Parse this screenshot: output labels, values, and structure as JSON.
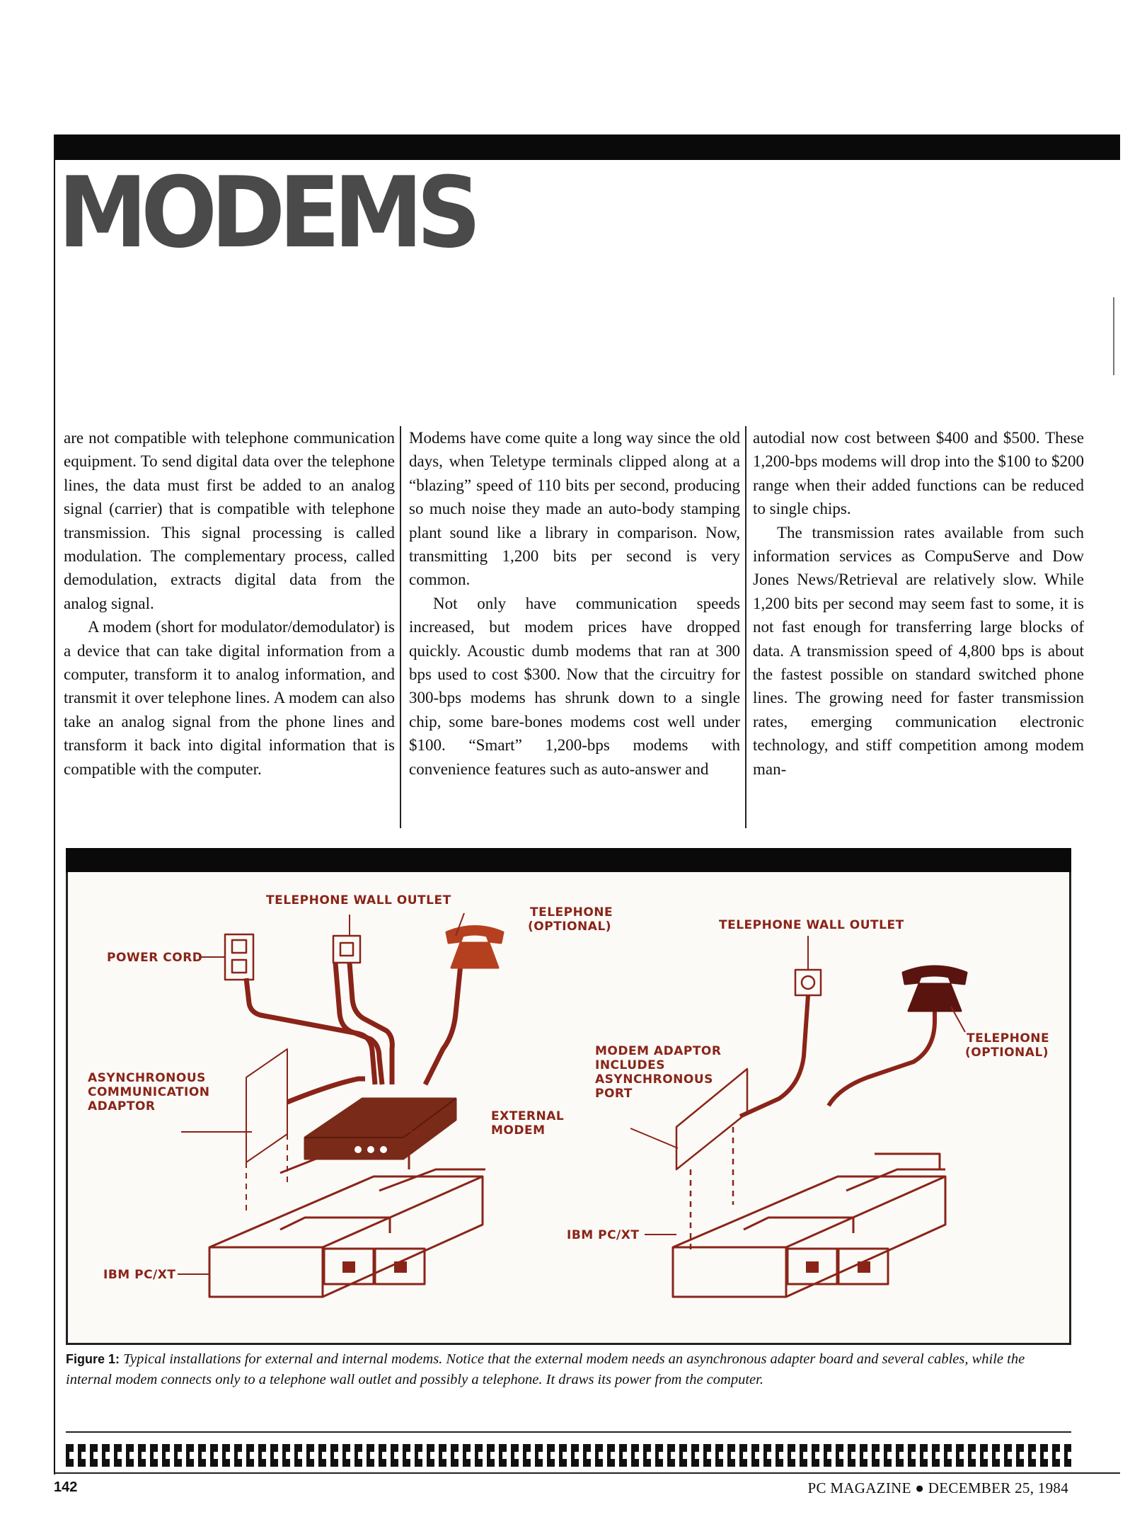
{
  "headline": "MODEMS",
  "columns": [
    {
      "paragraphs": [
        {
          "indent": false,
          "text": "are not compatible with telephone communication equipment. To send digital data over the telephone lines, the data must first be added to an analog signal (carrier) that is compatible with telephone transmission. This signal processing is called modulation. The complementary process, called demodulation, extracts digital data from the analog signal."
        },
        {
          "indent": true,
          "text": "A modem (short for modulator/demodulator) is a device that can take digital information from a computer, transform it to analog information, and transmit it over telephone lines. A modem can also take an analog signal from the phone lines and transform it back into digital information that is compatible with the computer."
        }
      ]
    },
    {
      "paragraphs": [
        {
          "indent": false,
          "text": "Modems have come quite a long way since the old days, when Teletype terminals clipped along at a “blazing” speed of 110 bits per second, producing so much noise they made an auto-body stamping plant sound like a library in comparison. Now, transmitting 1,200 bits per second is very common."
        },
        {
          "indent": true,
          "text": "Not only have communication speeds increased, but modem prices have dropped quickly. Acoustic dumb modems that ran at 300 bps used to cost $300. Now that the circuitry for 300-bps modems has shrunk down to a single chip, some bare-bones modems cost well under $100. “Smart” 1,200-bps modems with convenience features such as auto-answer and"
        }
      ]
    },
    {
      "paragraphs": [
        {
          "indent": false,
          "text": "autodial now cost between $400 and $500. These 1,200-bps modems will drop into the $100 to $200 range when their added functions can be reduced to single chips."
        },
        {
          "indent": true,
          "text": "The transmission rates available from such information services as CompuServe and Dow Jones News/Retrieval are relatively slow. While 1,200 bits per second may seem fast to some, it is not fast enough for transferring large blocks of data. A transmission speed of 4,800 bps is about the fastest possible on standard switched phone lines. The growing need for faster transmission rates, emerging communication electronic technology, and stiff competition among modem man-"
        }
      ]
    }
  ],
  "figure": {
    "labels": {
      "telephone_wall_outlet_left": "TELEPHONE WALL OUTLET",
      "telephone_optional_left_1": "TELEPHONE",
      "telephone_optional_left_2": "(OPTIONAL)",
      "power_cord": "POWER CORD",
      "async_adaptor_1": "ASYNCHRONOUS",
      "async_adaptor_2": "COMMUNICATION",
      "async_adaptor_3": "ADAPTOR",
      "external_modem_1": "EXTERNAL",
      "external_modem_2": "MODEM",
      "ibm_pcxt_left": "IBM  PC/XT",
      "telephone_wall_outlet_right": "TELEPHONE WALL OUTLET",
      "modem_adaptor_1": "MODEM ADAPTOR",
      "modem_adaptor_2": "INCLUDES",
      "modem_adaptor_3": "ASYNCHRONOUS",
      "modem_adaptor_4": "PORT",
      "telephone_optional_right_1": "TELEPHONE",
      "telephone_optional_right_2": "(OPTIONAL)",
      "ibm_pcxt_right": "IBM  PC/XT"
    },
    "colors": {
      "ink": "#8a2418",
      "telephone_left": "#b5401f",
      "telephone_right": "#5a1410",
      "modem_body": "#7a2a18"
    }
  },
  "caption": {
    "label": "Figure 1:",
    "text": "Typical installations for external and internal modems. Notice that the external modem needs an asynchronous adapter board and several cables, while the internal modem connects only to a telephone wall outlet and possibly a telephone. It draws its power from the computer."
  },
  "footer": {
    "page_number": "142",
    "magazine": "PC MAGAZINE ● DECEMBER 25, 1984"
  }
}
